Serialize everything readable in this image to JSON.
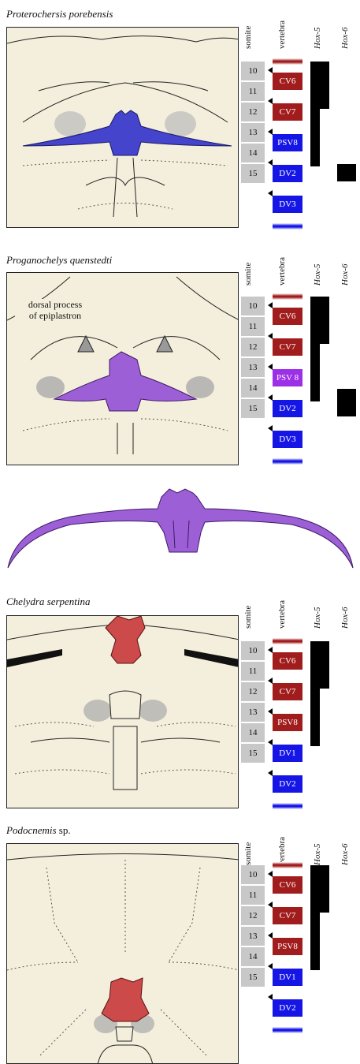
{
  "panels": [
    {
      "title": "Proterochersis porebensis",
      "species_suffix": "",
      "psv_style": "blue",
      "psv_label": "PSV8",
      "dv_labels": [
        "DV2",
        "DV3"
      ],
      "element_color": "#4444cc"
    },
    {
      "title": "Proganochelys quenstedti",
      "species_suffix": "",
      "psv_style": "purple",
      "psv_label": "PSV 8",
      "dv_labels": [
        "DV2",
        "DV3"
      ],
      "element_color": "#9d5fd6",
      "annotation": "dorsal process\nof epiplastron"
    },
    {
      "title": "Chelydra serpentina",
      "species_suffix": "",
      "psv_style": "red",
      "psv_label": "PSV8",
      "dv_labels": [
        "DV1",
        "DV2"
      ],
      "element_color": "#cc4a4a"
    },
    {
      "title": "Podocnemis",
      "species_suffix": " sp.",
      "psv_style": "red",
      "psv_label": "PSV8",
      "dv_labels": [
        "DV1",
        "DV2"
      ],
      "element_color": "#cc4a4a"
    }
  ],
  "headers": {
    "somite": "somite",
    "vertebra": "vertebra",
    "hox5": "Hox-5",
    "hox6": "Hox-6"
  },
  "somites": [
    "10",
    "11",
    "12",
    "13",
    "14",
    "15"
  ],
  "cv_labels": [
    "CV6",
    "CV7"
  ],
  "colors": {
    "cervical": "#a11c1c",
    "dorsal": "#1515e6",
    "psv_purple": "#9b30e6",
    "somite_box": "#c8c8c8",
    "carapace": "#f4efdc"
  }
}
